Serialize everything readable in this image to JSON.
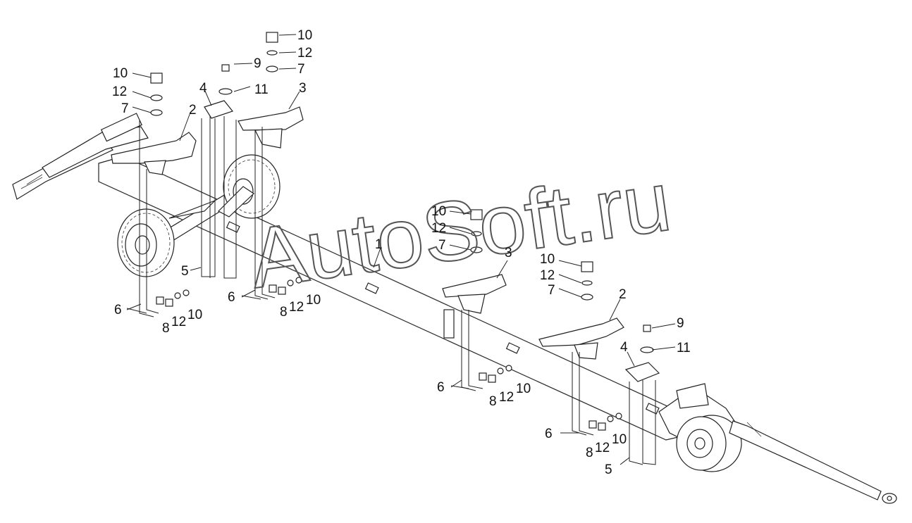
{
  "watermark": "AutoSoft.ru",
  "labels": {
    "l1": "1",
    "l2a": "2",
    "l2b": "2",
    "l3a": "3",
    "l3b": "3",
    "l4a": "4",
    "l4b": "4",
    "l5a": "5",
    "l5b": "5",
    "l6a": "6",
    "l6b": "6",
    "l6c": "6",
    "l6d": "6",
    "l7a": "7",
    "l7b": "7",
    "l7c": "7",
    "l7d": "7",
    "l8a": "8",
    "l8b": "8",
    "l8c": "8",
    "l8d": "8",
    "l9a": "9",
    "l9b": "9",
    "l10a": "10",
    "l10b": "10",
    "l10c": "10",
    "l10d": "10",
    "l10e": "10",
    "l10f": "10",
    "l10g": "10",
    "l10h": "10",
    "l11a": "11",
    "l11b": "11",
    "l12a": "12",
    "l12b": "12",
    "l12c": "12",
    "l12d": "12",
    "l12e": "12",
    "l12f": "12",
    "l12g": "12",
    "l12h": "12"
  }
}
